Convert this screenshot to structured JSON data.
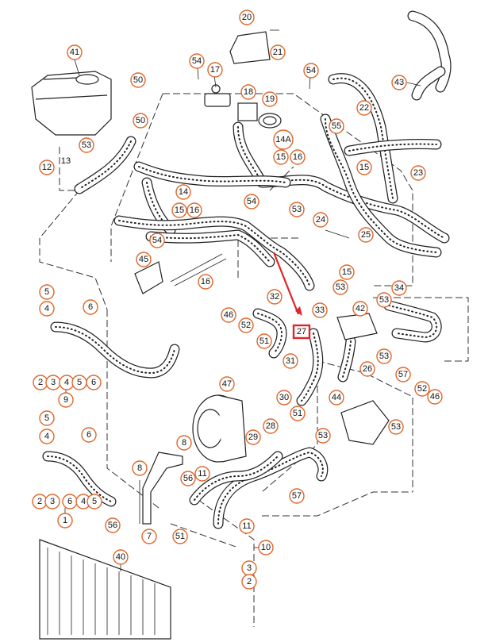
{
  "highlight": {
    "label": "27",
    "color": "#e0252a"
  },
  "callouts": {
    "c20": "20",
    "c21": "21",
    "c41": "41",
    "c54a": "54",
    "c17": "17",
    "c50a": "50",
    "c54b": "54",
    "c43": "43",
    "c18": "18",
    "c19": "19",
    "c22": "22",
    "c50b": "50",
    "c55": "55",
    "c14a": "14A",
    "c53a": "53",
    "c15a": "15",
    "c16a": "16",
    "c12": "12",
    "c23": "23",
    "c15b": "15",
    "c14": "14",
    "c54c": "54",
    "c15c": "15",
    "c16b": "16",
    "c53b": "53",
    "c24": "24",
    "c25": "25",
    "c54d": "54",
    "c45": "45",
    "c15d": "15",
    "c16c": "16",
    "c53c": "53",
    "c34": "34",
    "c5a": "5",
    "c32": "32",
    "c33": "33",
    "c42": "42",
    "c53d": "53",
    "c4a": "4",
    "c6a": "6",
    "c46a": "46",
    "c52a": "52",
    "c51a": "51",
    "c31": "31",
    "c26": "26",
    "c53e": "53",
    "c57a": "57",
    "c52b": "52",
    "c46b": "46",
    "c2a": "2",
    "c3a": "3",
    "c4b": "4",
    "c5b": "5",
    "c6b": "6",
    "c9": "9",
    "c47": "47",
    "c30": "30",
    "c51b": "51",
    "c44": "44",
    "c28": "28",
    "c5c": "5",
    "c4c": "4",
    "c6c": "6",
    "c8a": "8",
    "c29": "29",
    "c53f": "53",
    "c53g": "53",
    "c8b": "8",
    "c56a": "56",
    "c11a": "11",
    "c57b": "57",
    "c2b": "2",
    "c3b": "3",
    "c6d": "6",
    "c4d": "4",
    "c5d": "5",
    "c1": "1",
    "c56b": "56",
    "c7": "7",
    "c11b": "11",
    "c51c": "51",
    "c10": "10",
    "c40": "40",
    "c3c": "3",
    "c2c": "2"
  },
  "plain_labels": {
    "p13": "13"
  }
}
